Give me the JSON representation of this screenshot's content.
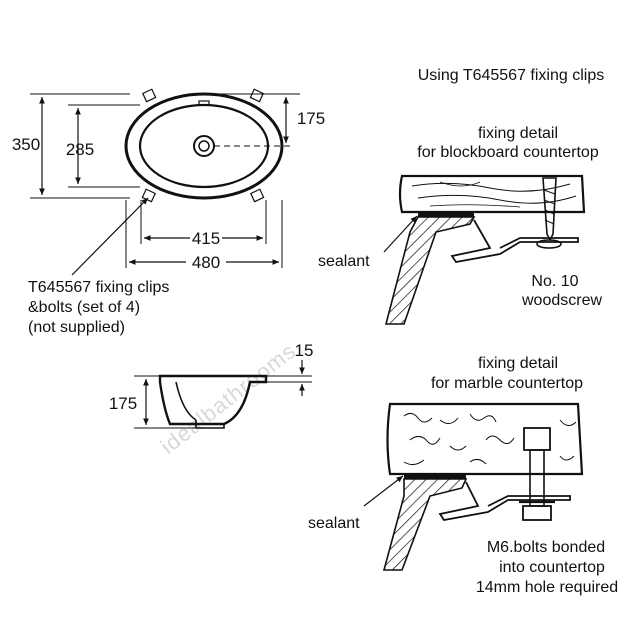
{
  "watermark": "idealbathrooms",
  "plan_view": {
    "dims": {
      "height_outer": "350",
      "height_inner": "285",
      "offset": "175",
      "width_inner": "415",
      "width_outer": "480"
    },
    "clips_note": [
      "T645567 fixing clips",
      "&bolts (set of 4)",
      "(not supplied)"
    ]
  },
  "side_view": {
    "dims": {
      "depth": "175",
      "rim": "15"
    }
  },
  "header": "Using T645567 fixing clips",
  "blockboard_detail": {
    "title": [
      "fixing detail",
      "for blockboard countertop"
    ],
    "sealant": "sealant",
    "screw_note": [
      "No. 10",
      "woodscrew"
    ]
  },
  "marble_detail": {
    "title": [
      "fixing detail",
      "for marble countertop"
    ],
    "sealant": "sealant",
    "bolt_note": [
      "M6.bolts bonded",
      "into countertop",
      "14mm hole required"
    ]
  }
}
